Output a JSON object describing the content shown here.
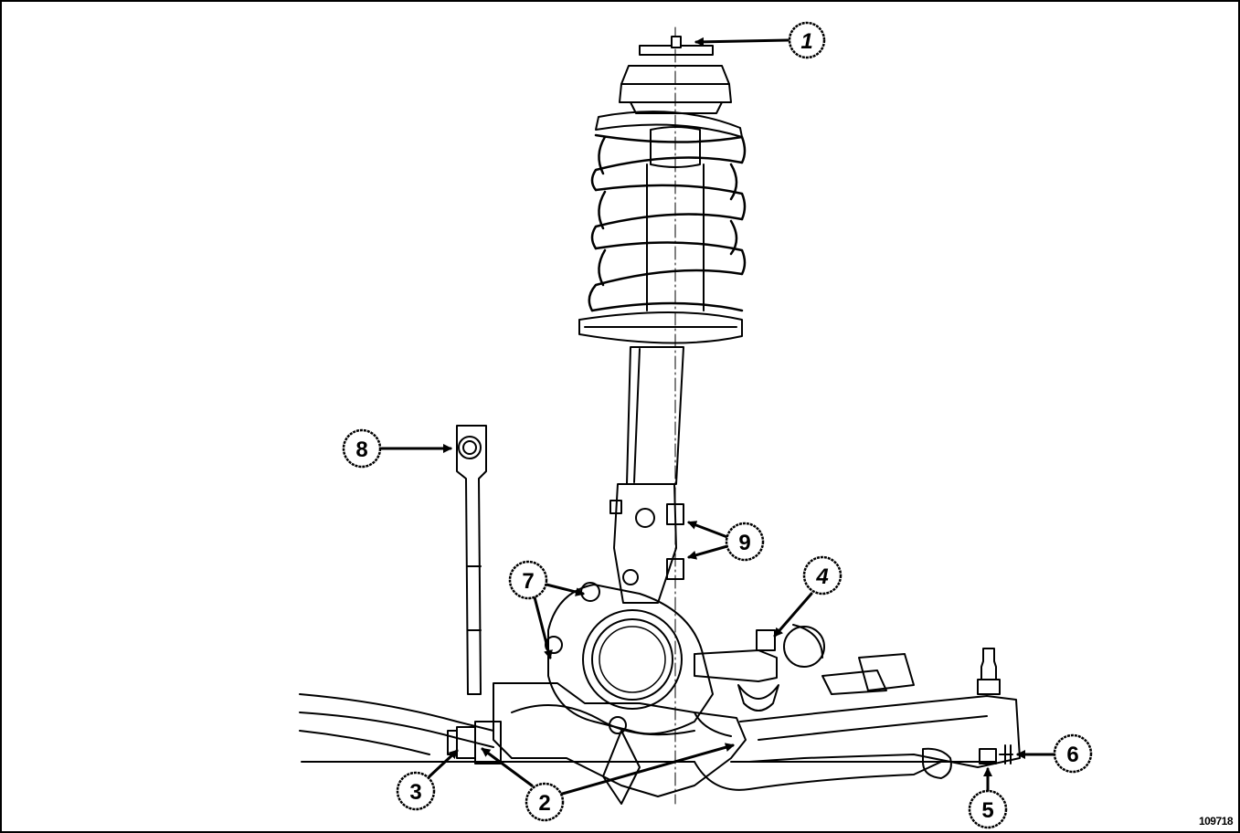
{
  "figure": {
    "reference_number": "109718"
  },
  "callouts": [
    {
      "id": "1",
      "label": "1",
      "italic": true
    },
    {
      "id": "2",
      "label": "2",
      "italic": false
    },
    {
      "id": "3",
      "label": "3",
      "italic": false
    },
    {
      "id": "4",
      "label": "4",
      "italic": true
    },
    {
      "id": "5",
      "label": "5",
      "italic": false
    },
    {
      "id": "6",
      "label": "6",
      "italic": false
    },
    {
      "id": "7",
      "label": "7",
      "italic": false
    },
    {
      "id": "8",
      "label": "8",
      "italic": false
    },
    {
      "id": "9",
      "label": "9",
      "italic": false
    }
  ],
  "colors": {
    "line": "#000000",
    "background": "#ffffff"
  }
}
